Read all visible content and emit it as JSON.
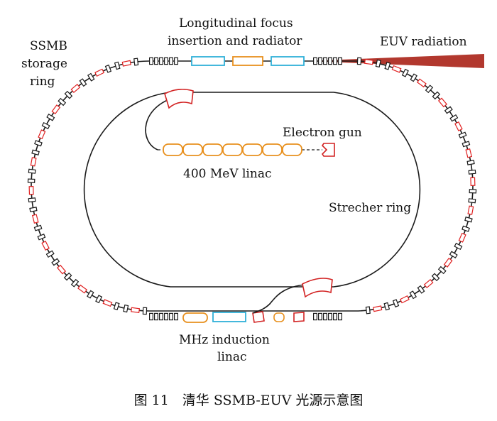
{
  "labels": {
    "ssmb_line1": "SSMB",
    "ssmb_line2": "storage",
    "ssmb_line3": "ring",
    "focus_line1": "Longitudinal focus",
    "focus_line2": "insertion and radiator",
    "euv": "EUV radiation",
    "gun": "Electron gun",
    "linac": "400 MeV linac",
    "strecher": "Strecher ring",
    "mhz_line1": "MHz induction",
    "mhz_line2": "linac"
  },
  "caption": "图 11　清华 SSMB-EUV 光源示意图",
  "colors": {
    "line": "#1a1a1a",
    "dipole": "#e02020",
    "cavity_orange": "#e8901e",
    "undulator_blue": "#30b0d8",
    "euv_beam": "#b2382e",
    "kicker": "#d22222"
  }
}
